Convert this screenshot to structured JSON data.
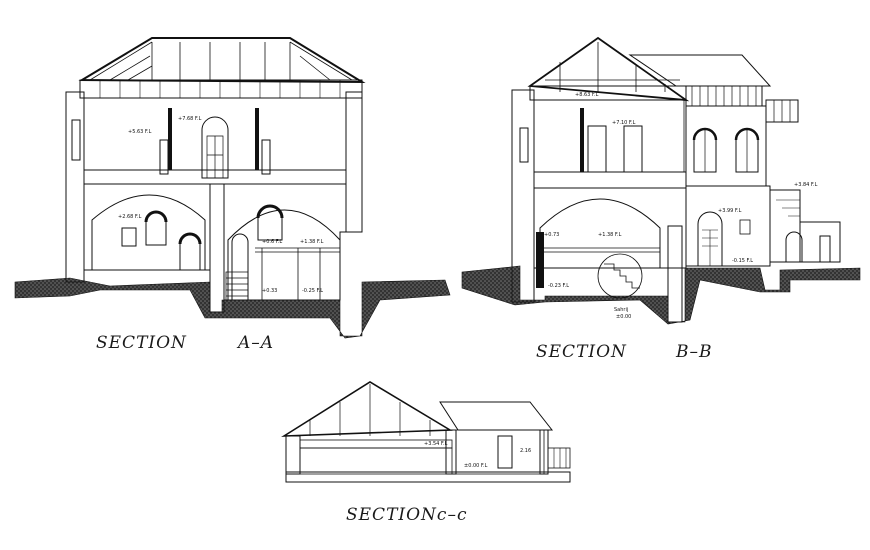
{
  "drawing": {
    "section_aa": {
      "title": "SECTION",
      "ref": "A–A",
      "levels": [
        "+7.68 F.L",
        "+5.63 F.L",
        "+2.68 F.L",
        "+1.38 F.L",
        "+0.6 F.L",
        "+0.33",
        "-0.25 F.L"
      ]
    },
    "section_bb": {
      "title": "SECTION",
      "ref": "B–B",
      "levels": [
        "+8.63 F.L",
        "+7.10 F.L",
        "+3.84 F.L",
        "+3.99 F.L",
        "+1.38 F.L",
        "+0.73",
        "-0.15 F.L",
        "-0.23 F.L",
        "±0.00",
        "Sahrij"
      ]
    },
    "section_cc": {
      "title": "SECTIONc–c",
      "levels": [
        "+3.54 F.L",
        "±0.00 F.L",
        "2.16"
      ]
    },
    "colors": {
      "ink": "#111111",
      "paper": "#ffffff"
    }
  }
}
